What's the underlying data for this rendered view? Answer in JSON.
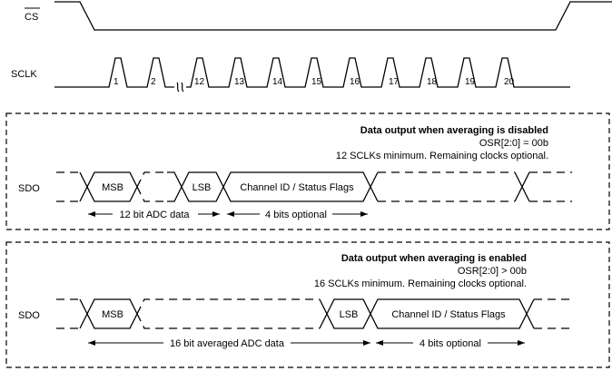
{
  "signals": {
    "cs": "CS",
    "sclk": "SCLK",
    "sdo_disabled": "SDO",
    "sdo_enabled": "SDO"
  },
  "clock_labels": [
    "1",
    "2",
    "12",
    "13",
    "14",
    "15",
    "16",
    "17",
    "18",
    "19",
    "20"
  ],
  "panel_disabled": {
    "title": "Data output when averaging is disabled",
    "osr": "OSR[2:0] = 00b",
    "note": "12 SCLKs minimum. Remaining clocks optional.",
    "msb": "MSB",
    "lsb": "LSB",
    "flags": "Channel ID / Status Flags",
    "span_data": "12 bit ADC data",
    "span_optional": "4 bits optional"
  },
  "panel_enabled": {
    "title": "Data output when averaging is enabled",
    "osr": "OSR[2:0] > 00b",
    "note": "16 SCLKs minimum. Remaining clocks optional.",
    "msb": "MSB",
    "lsb": "LSB",
    "flags": "Channel ID / Status Flags",
    "span_data": "16 bit averaged ADC data",
    "span_optional": "4 bits optional"
  }
}
